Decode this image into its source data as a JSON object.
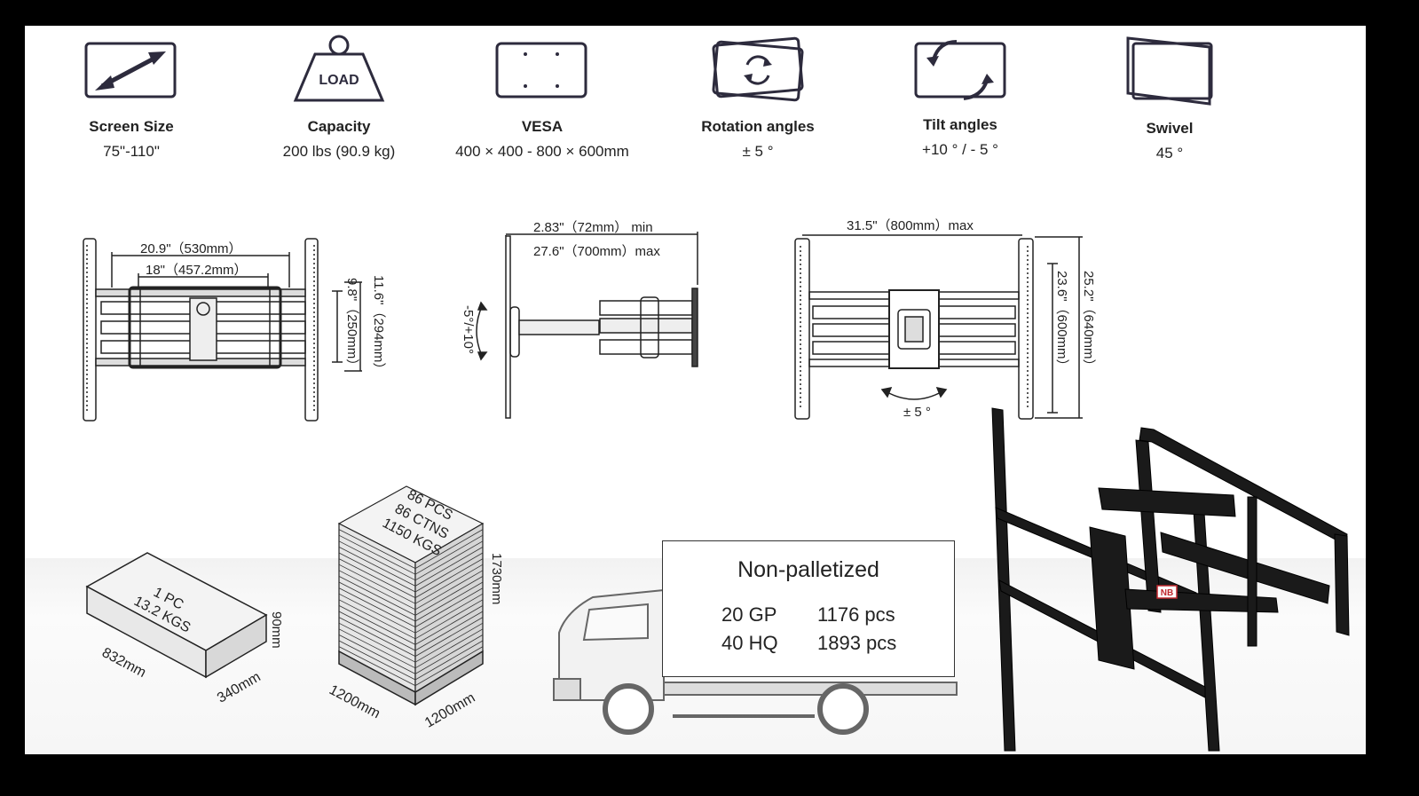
{
  "specs": [
    {
      "title": "Screen Size",
      "value": "75\"-110\"",
      "icon": "diagonal-arrow-icon"
    },
    {
      "title": "Capacity",
      "value": "200 lbs (90.9 kg)",
      "icon": "weight-icon",
      "icon_text": "LOAD"
    },
    {
      "title": "VESA",
      "value": "400 × 400 - 800 × 600mm",
      "icon": "vesa-pattern-icon"
    },
    {
      "title": "Rotation angles",
      "value": "± 5 °",
      "icon": "rotation-icon"
    },
    {
      "title": "Tilt angles",
      "value": "+10 ° / - 5 °",
      "icon": "tilt-icon"
    },
    {
      "title": "Swivel",
      "value": "45 °",
      "icon": "swivel-icon"
    }
  ],
  "front_view": {
    "width_outer": "20.9\"（530mm）",
    "width_inner": "18\"（457.2mm）",
    "height_inner": "9.8\"（250mm）",
    "height_outer": "11.6\"（294mm）"
  },
  "side_view": {
    "depth_min": "2.83\"（72mm） min",
    "depth_max": "27.6\"（700mm）max",
    "tilt": "-5°/+10°"
  },
  "extended_view": {
    "width_max": "31.5\"（800mm）max",
    "height_inner": "23.6\"（600mm）",
    "height_outer": "25.2\"（640mm）",
    "rotation": "± 5 °"
  },
  "carton": {
    "line1": "1 PC",
    "line2": "13.2 KGS",
    "length": "832mm",
    "width": "340mm",
    "height": "90mm"
  },
  "pallet": {
    "line1": "86 PCS",
    "line2": "86 CTNS",
    "line3": "1150 KGS",
    "height": "1730mm",
    "length": "1200mm",
    "width": "1200mm"
  },
  "shipping": {
    "title": "Non-palletized",
    "rows": [
      {
        "container": "20 GP",
        "qty": "1176 pcs"
      },
      {
        "container": "40 HQ",
        "qty": "1893 pcs"
      }
    ]
  },
  "product_logo": "NB",
  "colors": {
    "background": "#000000",
    "panel": "#ffffff",
    "line": "#2d2b3d",
    "logo": "#c0272d"
  }
}
